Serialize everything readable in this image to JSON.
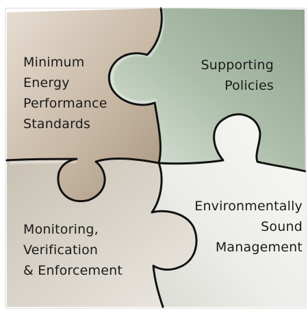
{
  "pieces": [
    {
      "id": "top-left",
      "lines": [
        "Minimum",
        "Energy",
        "Performance",
        "Standards"
      ],
      "color": "#c7b8a6"
    },
    {
      "id": "top-right",
      "lines": [
        "Supporting",
        "Policies"
      ],
      "color": "#a7bba5"
    },
    {
      "id": "bottom-left",
      "lines": [
        "Monitoring,",
        "Verification",
        "& Enforcement"
      ],
      "color": "#d7d3c9"
    },
    {
      "id": "bottom-right",
      "lines": [
        "Environmentally",
        "Sound",
        "Management"
      ],
      "color": "#eeeeea"
    }
  ]
}
